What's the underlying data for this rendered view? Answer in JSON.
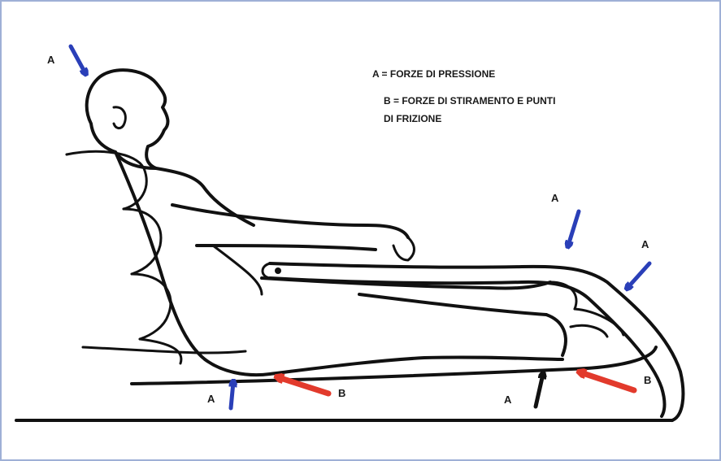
{
  "legend": {
    "line_a": "A = FORZE DI PRESSIONE",
    "line_b1": "B = FORZE DI STIRAMENTO E PUNTI",
    "line_b2": "DI FRIZIONE"
  },
  "markers": {
    "head": "A",
    "knee_upper": "A",
    "feet": "A",
    "sacrum": "A",
    "sacrum_shear": "B",
    "heel": "A",
    "heel_shear": "B"
  },
  "colors": {
    "pressure_arrow": "#2a3fb8",
    "shear_arrow": "#e23a2c",
    "heel_pressure_arrow": "#111111",
    "frame_border": "#9fb0d6"
  }
}
